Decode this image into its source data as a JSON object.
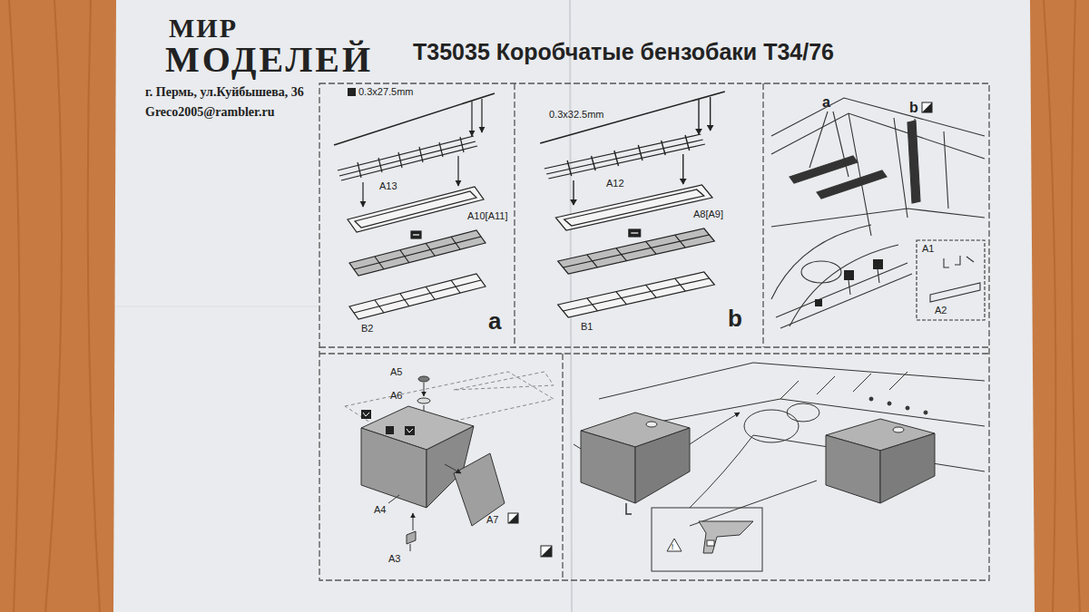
{
  "diagram": {
    "title": "T35035 Коробчатые бензобаки Т34/76",
    "labels": [
      "МИР",
      "МОДЕЛЕЙ",
      "г. Пермь, ул.Куйбышева, 36",
      "Greco2005@rambler.ru",
      "0.3x27.5mm",
      "A13",
      "A10[A11]",
      "B2",
      "a",
      "0.3x32.5mm",
      "A12",
      "A8[A9]",
      "B1",
      "b",
      "a",
      "b",
      "A1",
      "A2",
      "A5",
      "A6",
      "A4",
      "A7",
      "A3"
    ]
  }
}
